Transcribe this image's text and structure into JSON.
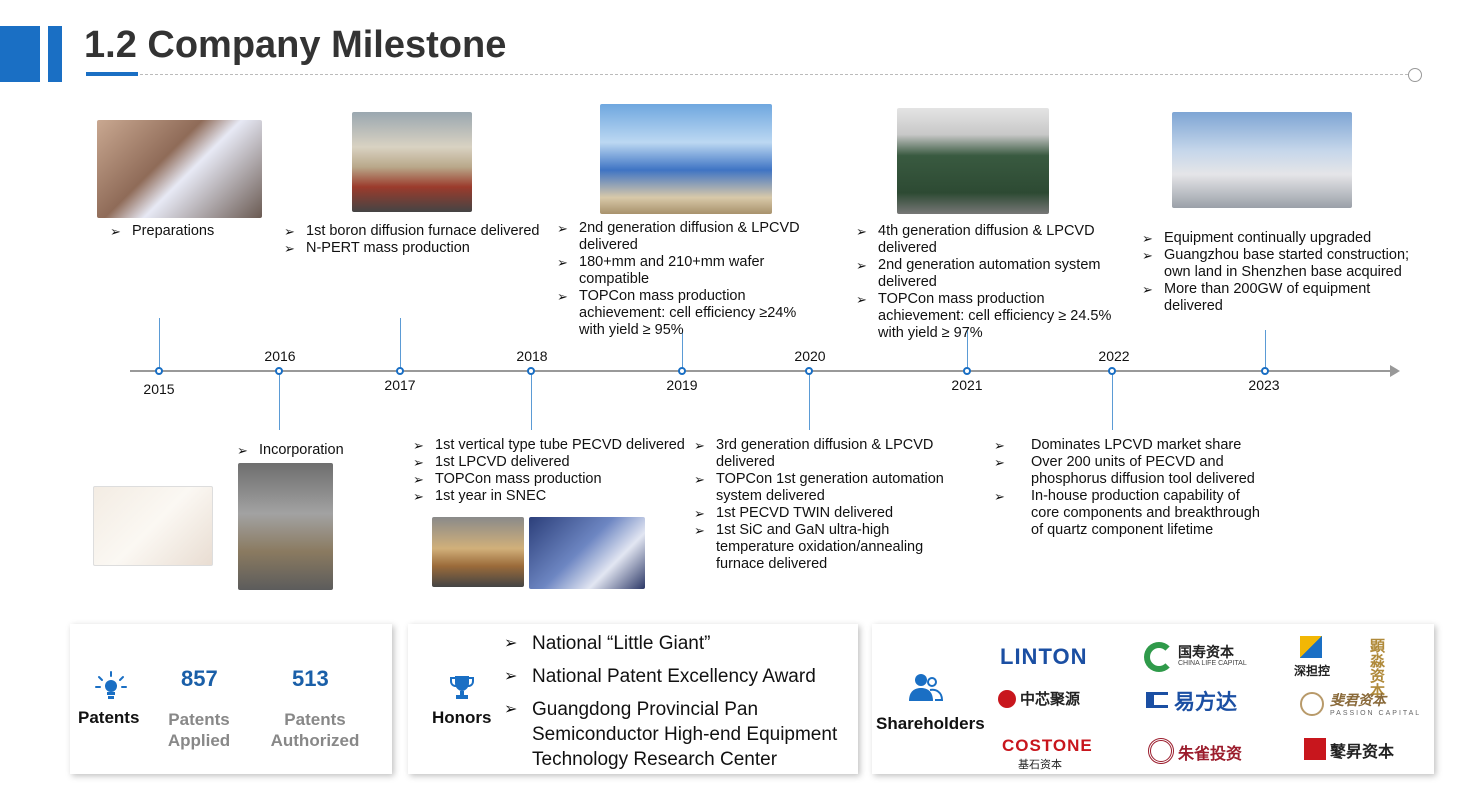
{
  "header": {
    "title": "1.2 Company Milestone"
  },
  "colors": {
    "accent": "#1a6fc4",
    "stat": "#1a5fa8",
    "axis": "#999999"
  },
  "timeline": {
    "years": [
      "2015",
      "2016",
      "2017",
      "2018",
      "2019",
      "2020",
      "2021",
      "2022",
      "2023"
    ],
    "m2015": [
      "Preparations"
    ],
    "m2016": [
      "Incorporation"
    ],
    "m2017": [
      "1st boron diffusion furnace delivered",
      "N-PERT mass production"
    ],
    "m2018": [
      "1st vertical type tube PECVD delivered",
      "1st LPCVD delivered",
      "TOPCon mass production",
      "1st year in SNEC"
    ],
    "m2019": [
      "2nd generation diffusion & LPCVD delivered",
      "180+mm and 210+mm wafer compatible",
      "TOPCon mass production achievement: cell efficiency ≥24% with yield ≥ 95%"
    ],
    "m2020": [
      "3rd generation diffusion & LPCVD delivered",
      "TOPCon 1st generation automation system delivered",
      "1st PECVD TWIN delivered",
      "1st SiC and GaN ultra-high temperature oxidation/annealing furnace delivered"
    ],
    "m2021": [
      "4th generation diffusion & LPCVD delivered",
      "2nd generation automation system delivered",
      "TOPCon mass production achievement: cell efficiency ≥ 24.5% with yield ≥ 97%"
    ],
    "m2022": [
      "Dominates LPCVD market share",
      "Over 200 units of PECVD and phosphorus diffusion tool delivered",
      "In-house production capability of core components and breakthrough of quartz component lifetime"
    ],
    "m2023": [
      "Equipment continually upgraded",
      "Guangzhou base started construction; own land in Shenzhen base acquired",
      "More than 200GW of equipment delivered"
    ]
  },
  "patents": {
    "label": "Patents",
    "applied_value": "857",
    "applied_label": "Patents Applied",
    "authorized_value": "513",
    "authorized_label": "Patents Authorized"
  },
  "honors": {
    "label": "Honors",
    "items": [
      "National “Little Giant”",
      "National Patent Excellency Award",
      "Guangdong Provincial Pan Semiconductor High-end Equipment Technology Research Center"
    ]
  },
  "shareholders": {
    "label": "Shareholders",
    "logos": {
      "linton": "LINTON",
      "chinalife": "国寿资本",
      "chinalife_sub": "CHINA LIFE CAPITAL",
      "sgt": "深担控",
      "kinghill": "顕淼资本",
      "cpc": "中芯聚源",
      "efund": "易方达",
      "passion": "斐君资本",
      "passion_sub": "PASSION CAPITAL",
      "cornerstone": "COSTONE",
      "cornerstone_sub": "基石资本",
      "zhuque": "朱雀投资",
      "cedarwin": "鼕昇资本"
    }
  }
}
